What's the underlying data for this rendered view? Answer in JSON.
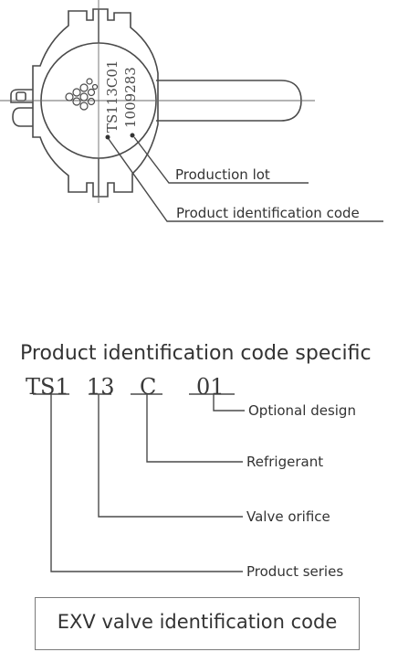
{
  "valve_drawing": {
    "engraved_code": "TS113C01",
    "engraved_lot": "1009283",
    "labels": {
      "production_lot": "Production lot",
      "product_identification_code": "Product identification code"
    }
  },
  "breakdown": {
    "heading": "Product identification code specific",
    "code_parts": [
      "TS1",
      "13",
      "C",
      "01"
    ],
    "part_labels": {
      "optional_design": "Optional design",
      "refrigerant": "Refrigerant",
      "valve_orifice": "Valve orifice",
      "product_series": "Product series"
    }
  },
  "caption": "EXV valve identification code"
}
